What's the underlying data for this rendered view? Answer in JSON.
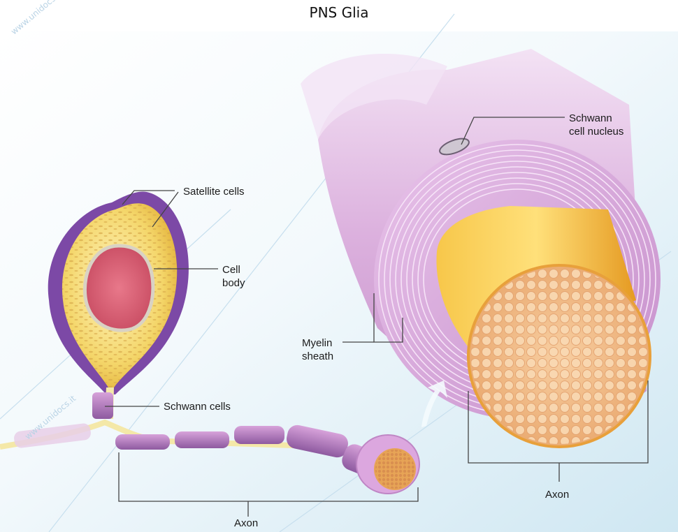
{
  "title": "PNS Glia",
  "labels": {
    "satellite_cells": "Satellite cells",
    "cell_body": [
      "Cell",
      "body"
    ],
    "schwann_cells": "Schwann cells",
    "axon_left": "Axon",
    "schwann_nucleus": [
      "Schwann",
      "cell nucleus"
    ],
    "myelin_sheath": [
      "Myelin",
      "sheath"
    ],
    "axon_right": "Axon"
  },
  "watermark": "www.unidocs.it",
  "colors": {
    "myelin": "#d9a8dc",
    "axon_core": "#f2b133",
    "satellite": "#7c49a6",
    "nucleus": "#d25a6e",
    "background_tint": "#d9edf5"
  }
}
